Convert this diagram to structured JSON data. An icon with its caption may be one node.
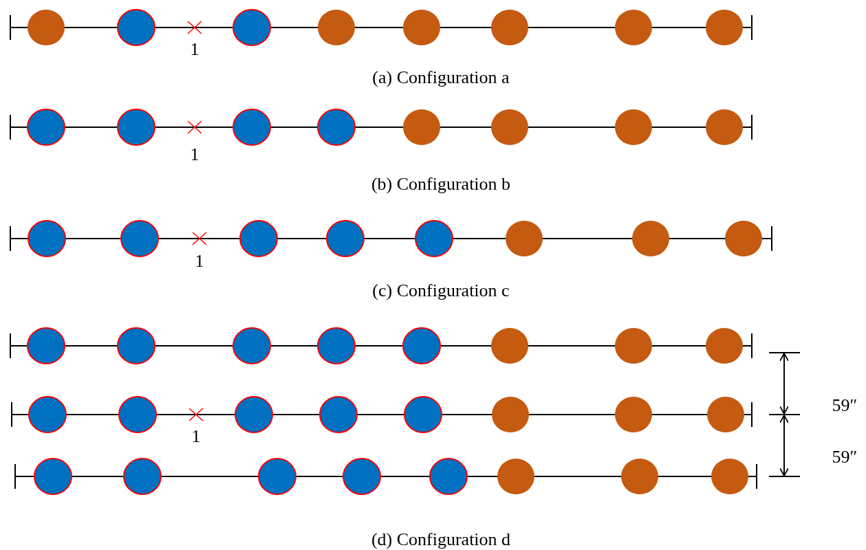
{
  "diagram": {
    "labels": [
      "1",
      "(a) Configuration a",
      "1",
      "(b) Configuration b",
      "1",
      "(c) Configuration c",
      "59″",
      "1",
      "59″",
      "(d) Configuration d"
    ]
  }
}
